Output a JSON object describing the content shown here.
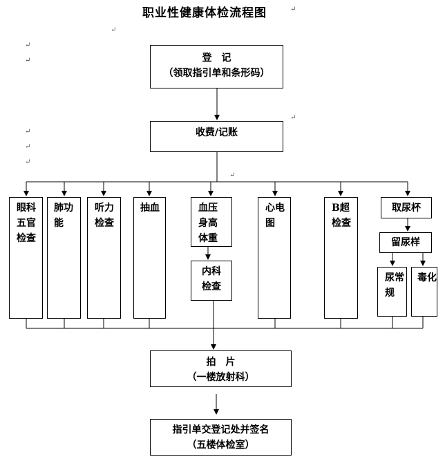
{
  "title": "职业性健康体检流程图",
  "para_mark": "↵",
  "registration": {
    "line1": "登　记",
    "line2": "（领取指引单和条形码）"
  },
  "billing": "收费/记账",
  "checks": [
    {
      "label": "眼科五官检查"
    },
    {
      "label": "肺功能"
    },
    {
      "label": "听力检查"
    },
    {
      "label": "抽血"
    },
    {
      "label": "血压身高体重"
    },
    {
      "label": "内科检查"
    },
    {
      "label": "心电图"
    },
    {
      "label": "B超检查"
    },
    {
      "label": "取尿杯"
    },
    {
      "label": "留尿样"
    },
    {
      "label": "尿常规"
    },
    {
      "label": "毒化"
    }
  ],
  "xray": {
    "line1": "拍　片",
    "line2": "（一楼放射科）"
  },
  "final": {
    "line1": "指引单交登记处并签名",
    "line2": "（五楼体检室）"
  }
}
